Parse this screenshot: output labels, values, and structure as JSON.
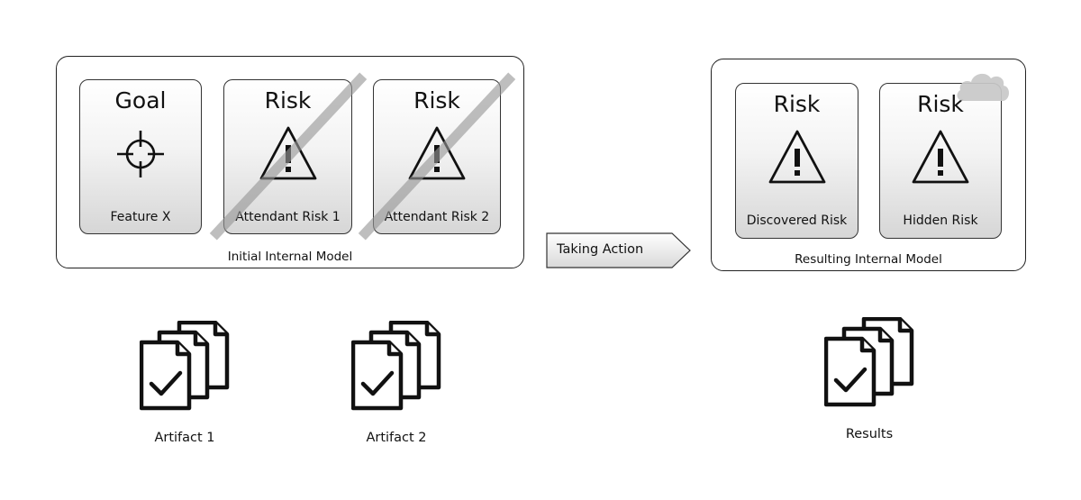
{
  "initial_model": {
    "caption": "Initial Internal Model",
    "cards": [
      {
        "title": "Goal",
        "label": "Feature X",
        "icon": "crosshair-icon",
        "struck": false
      },
      {
        "title": "Risk",
        "label": "Attendant Risk 1",
        "icon": "warning-icon",
        "struck": true
      },
      {
        "title": "Risk",
        "label": "Attendant Risk 2",
        "icon": "warning-icon",
        "struck": true
      }
    ]
  },
  "action": {
    "label": "Taking Action"
  },
  "resulting_model": {
    "caption": "Resulting Internal Model",
    "cards": [
      {
        "title": "Risk",
        "label": "Discovered Risk",
        "icon": "warning-icon"
      },
      {
        "title": "Risk",
        "label": "Hidden Risk",
        "icon": "warning-icon",
        "obscured_by": "cloud-icon"
      }
    ]
  },
  "artifacts": [
    {
      "label": "Artifact 1",
      "icon": "document-stack-check-icon"
    },
    {
      "label": "Artifact 2",
      "icon": "document-stack-check-icon"
    }
  ],
  "results": {
    "label": "Results",
    "icon": "document-stack-check-icon"
  },
  "colors": {
    "strike": "#969696",
    "cloud": "#c8c8c8",
    "card_gradient_end": "#d6d6d6"
  }
}
